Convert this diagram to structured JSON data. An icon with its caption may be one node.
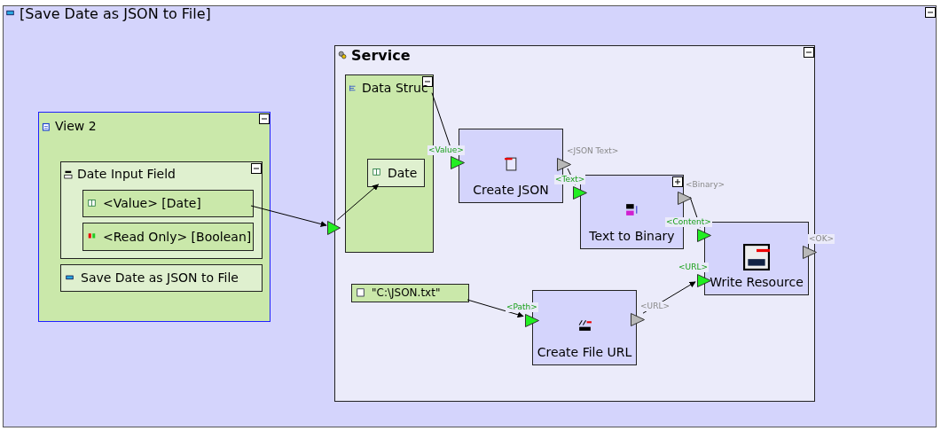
{
  "diagram": {
    "nodes": [
      {
        "text": [
          "[Save Date as JSON to File]"
        ]
      },
      {
        "text": [
          "View 2"
        ],
        "in": 0
      },
      {
        "text": [
          "Date Input Field"
        ],
        "in": 1
      },
      {
        "text": [
          "<Value> [Date]"
        ],
        "in": 2
      },
      {
        "text": [
          "<Read Only> [Boolean]"
        ],
        "in": 2
      },
      {
        "text": [
          "Save Date as JSON to File"
        ],
        "in": 1
      },
      {
        "text": [
          "Service"
        ],
        "in": 0
      },
      {
        "text": [
          "Data Struc"
        ],
        "in": 6
      },
      {
        "text": [],
        "shape": "triangle",
        "in": 0
      },
      {
        "text": [
          "Date"
        ],
        "in": 7
      },
      {
        "text": [
          "Create JSON"
        ],
        "in": 6
      },
      {
        "text": [],
        "shape": "triangle",
        "in": 6
      },
      {
        "text": [],
        "shape": "triangle",
        "in": 6
      },
      {
        "text": [
          "Text to Binary"
        ],
        "in": 6
      },
      {
        "text": [],
        "shape": "triangle",
        "in": 6
      },
      {
        "text": [],
        "shape": "triangle",
        "in": 6
      },
      {
        "text": [
          "\"C:\\JSON.txt\""
        ],
        "in": 6
      },
      {
        "text": [
          "Create File URL"
        ],
        "in": 6
      },
      {
        "text": [],
        "shape": "triangle",
        "in": 6
      },
      {
        "text": [],
        "shape": "triangle",
        "in": 6
      },
      {
        "text": [
          "Write Resource"
        ],
        "in": 6
      },
      {
        "text": [],
        "shape": "triangle",
        "in": 6
      },
      {
        "text": [],
        "shape": "triangle",
        "in": 6
      },
      {
        "text": [],
        "shape": "triangle",
        "in": 6
      }
    ],
    "edges": [
      {
        "from": 3,
        "to": 8,
        "arrow": "to"
      },
      {
        "from": 8,
        "to": 9,
        "arrow": "to"
      },
      {
        "from": 7,
        "to": 11,
        "arrow": "to"
      },
      {
        "from": 12,
        "to": 14,
        "arrow": "to"
      },
      {
        "from": 15,
        "to": 21,
        "arrow": "to"
      },
      {
        "from": 16,
        "to": 18,
        "arrow": "to"
      },
      {
        "from": 19,
        "to": 22,
        "arrow": "to"
      }
    ],
    "labels": [
      "<Value>",
      "<JSON Text>",
      "<Text>",
      "<Binary>",
      "<Content>",
      "<OK>",
      "<URL>",
      "<Path>",
      "<URL>"
    ]
  }
}
